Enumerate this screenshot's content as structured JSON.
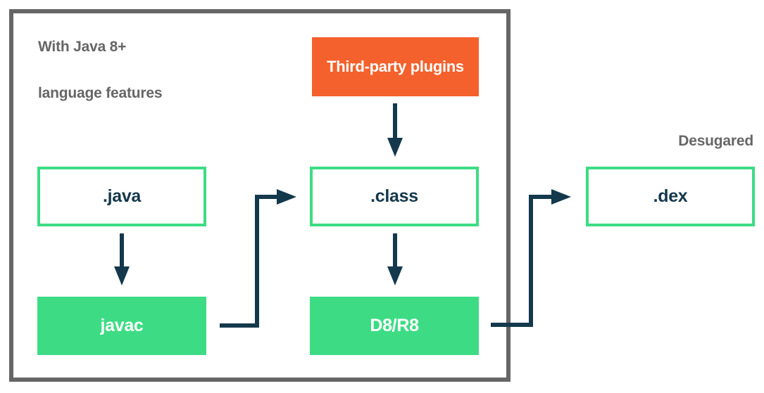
{
  "diagram": {
    "annotation_top_left": {
      "line1": "With Java 8+",
      "line2": "language features"
    },
    "desugared_label": "Desugared",
    "nodes": {
      "third_party_plugins": {
        "label": "Third-party plugins",
        "type": "process",
        "fill": "#f4612c",
        "text_color": "#ffffff"
      },
      "java_file": {
        "label": ".java",
        "type": "artifact",
        "border": "#3ddc84",
        "text_color": "#14384c"
      },
      "class_file": {
        "label": ".class",
        "type": "artifact",
        "border": "#3ddc84",
        "text_color": "#14384c"
      },
      "dex_file": {
        "label": ".dex",
        "type": "artifact",
        "border": "#3ddc84",
        "text_color": "#14384c"
      },
      "javac": {
        "label": "javac",
        "type": "tool",
        "fill": "#3ddc84",
        "text_color": "#ffffff"
      },
      "d8_r8": {
        "label": "D8/R8",
        "type": "tool",
        "fill": "#3ddc84",
        "text_color": "#ffffff"
      }
    },
    "edges": [
      {
        "from": "third_party_plugins",
        "to": "class_file",
        "style": "straight-down"
      },
      {
        "from": "java_file",
        "to": "javac",
        "style": "straight-down"
      },
      {
        "from": "javac",
        "to": "class_file",
        "style": "elbow-right-up-right"
      },
      {
        "from": "class_file",
        "to": "d8_r8",
        "style": "straight-down"
      },
      {
        "from": "d8_r8",
        "to": "dex_file",
        "style": "elbow-right-up-right"
      }
    ],
    "colors": {
      "green": "#3ddc84",
      "orange": "#f4612c",
      "navy": "#14384c",
      "gray_border": "#666666",
      "gray_text": "#666666"
    }
  }
}
